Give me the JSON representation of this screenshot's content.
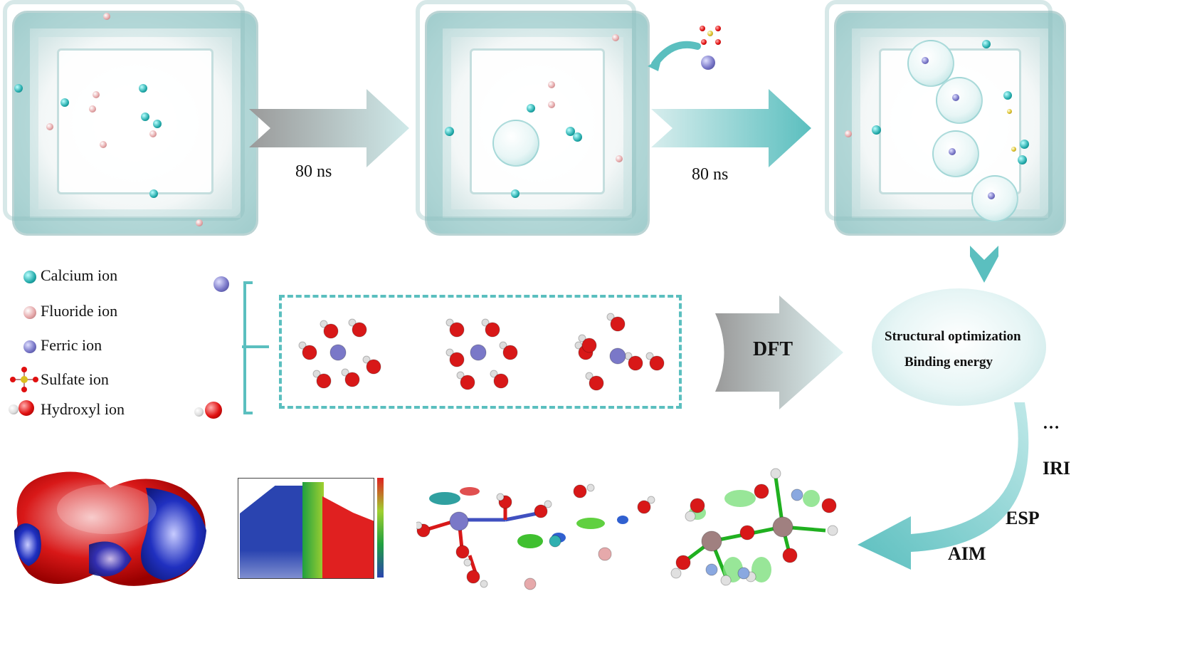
{
  "stages": {
    "arrow1_label": "80 ns",
    "arrow2_label": "80 ns"
  },
  "legend": {
    "items": [
      {
        "label": "Calcium ion"
      },
      {
        "label": "Fluoride ion"
      },
      {
        "label": "Ferric ion"
      },
      {
        "label": "Sulfate ion"
      },
      {
        "label": "Hydroxyl ion"
      }
    ]
  },
  "dft": {
    "arrow_label": "DFT",
    "ellipse_line1": "Structural optimization",
    "ellipse_line2": "Binding energy"
  },
  "analysis": {
    "ellipsis": "…",
    "methods": [
      "IRI",
      "ESP",
      "AIM"
    ]
  },
  "colors": {
    "teal": "#5bbfbf",
    "calcium": "#2aa5a5",
    "fluoride": "#e6a9ab",
    "ferric": "#7a78c8",
    "oxygen": "#e01010",
    "sulfur": "#dcc020"
  }
}
